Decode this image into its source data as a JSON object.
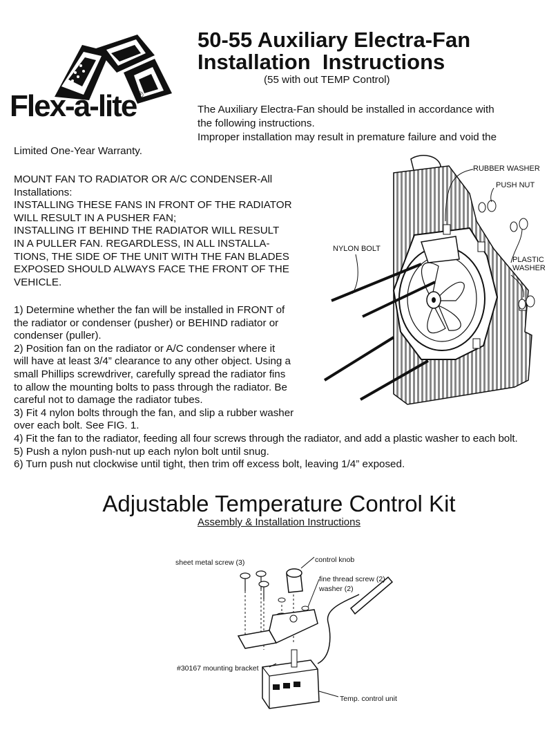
{
  "logo": {
    "brand": "Flex-a-lite",
    "registered": "®"
  },
  "header": {
    "title_line1": "50-55 Auxiliary Electra-Fan",
    "title_line2": "Installation  Instructions",
    "subtitle": "(55 with out TEMP Control)"
  },
  "intro": {
    "line1": "The Auxiliary Electra-Fan should be installed in accordance with",
    "line2": "the following instructions.",
    "line3": "Improper installation may result in premature failure and void the",
    "line4": "Limited One-Year Warranty."
  },
  "mount": {
    "lines": [
      "MOUNT FAN TO RADIATOR OR A/C CONDENSER-All",
      "Installations:",
      "INSTALLING THESE FANS IN FRONT OF THE RADIATOR",
      "WILL RESULT IN A PUSHER FAN;",
      "INSTALLING IT BEHIND THE RADIATOR WILL RESULT",
      "IN A PULLER FAN. REGARDLESS, IN ALL INSTALLA-",
      "TIONS, THE SIDE OF THE UNIT WITH THE FAN BLADES",
      "EXPOSED SHOULD ALWAYS FACE THE FRONT OF THE",
      "VEHICLE."
    ]
  },
  "steps": {
    "lines": [
      "1) Determine whether the fan will be installed in FRONT of",
      "the radiator or condenser (pusher) or BEHIND radiator or",
      "condenser (puller).",
      "2) Position fan on the radiator or A/C condenser where it",
      "will have at least 3/4” clearance to any other object. Using a",
      "small Phillips screwdriver, carefully spread the radiator fins",
      "to allow the mounting bolts to pass through the radiator. Be",
      "careful not to damage the radiator tubes.",
      "3) Fit 4 nylon bolts through the fan, and slip a rubber washer",
      "over each bolt. See FIG. 1.",
      "4) Fit the fan to the radiator, feeding all four screws through the radiator, and add a plastic washer to each bolt.",
      "5) Push a nylon push-nut up each nylon bolt until snug.",
      "6) Turn push nut clockwise until tight, then trim off excess bolt, leaving 1/4” exposed."
    ]
  },
  "fan_diagram": {
    "rubber_washer": "RUBBER WASHER",
    "push_nut": "PUSH NUT",
    "nylon_bolt": "NYLON BOLT",
    "plastic_washer_1": "PLASTIC",
    "plastic_washer_2": "WASHER"
  },
  "kit": {
    "title": "Adjustable Temperature Control Kit",
    "subtitle": "Assembly & Installation Instructions",
    "labels": {
      "sheet_metal_screw": "sheet metal screw (3)",
      "control_knob": "control knob",
      "fine_thread_screw": "fine thread screw (2)",
      "washer": "washer (2)",
      "mounting_bracket": "#30167 mounting bracket",
      "temp_control_unit": "Temp. control unit"
    }
  }
}
